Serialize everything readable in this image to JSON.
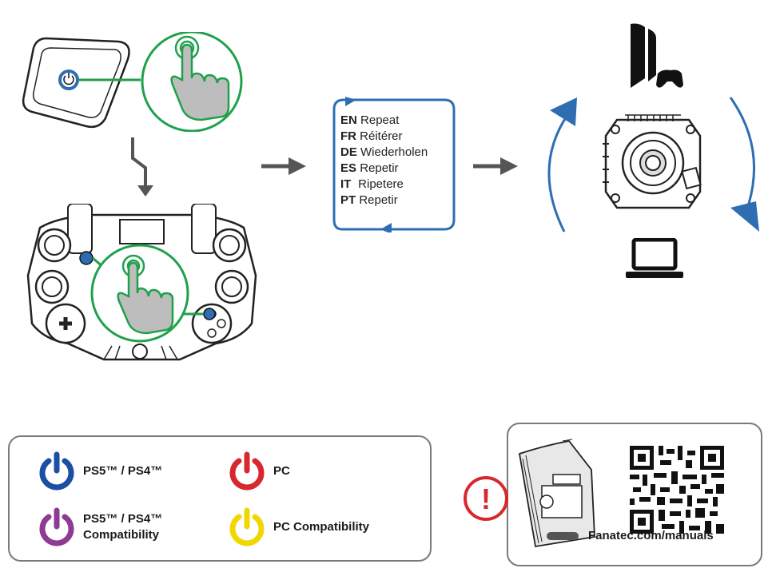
{
  "instruction": {
    "languages": [
      {
        "code": "EN",
        "text": "Repeat"
      },
      {
        "code": "FR",
        "text": "Réitérer"
      },
      {
        "code": "DE",
        "text": "Wiederholen"
      },
      {
        "code": "ES",
        "text": "Repetir"
      },
      {
        "code": "IT",
        "text": "Ripetere"
      },
      {
        "code": "PT",
        "text": "Repetir"
      }
    ]
  },
  "legend": {
    "items": [
      {
        "line1": "PS5™ / PS4™",
        "line2": "",
        "color": "#1a4fa3"
      },
      {
        "line1": "PC",
        "line2": "",
        "color": "#d7282f"
      },
      {
        "line1": "PS5™ / PS4™",
        "line2": "Compatibility",
        "color": "#8e3b93"
      },
      {
        "line1": "PC Compatibility",
        "line2": "",
        "color": "#f2d600"
      }
    ]
  },
  "manuals": {
    "url": "Fanatec.com/manuals",
    "warning_mark": "!"
  },
  "colors": {
    "accent_blue": "#2f6db3",
    "green": "#1ea14a",
    "arrow_gray": "#555555",
    "warning_red": "#d7282f"
  },
  "icons": [
    "power-icon",
    "hand-press-icon",
    "playstation-console-icon",
    "gamepad-icon",
    "laptop-icon",
    "wheel-base-icon",
    "qr-code-icon",
    "manual-booklet-icon",
    "warning-icon"
  ]
}
